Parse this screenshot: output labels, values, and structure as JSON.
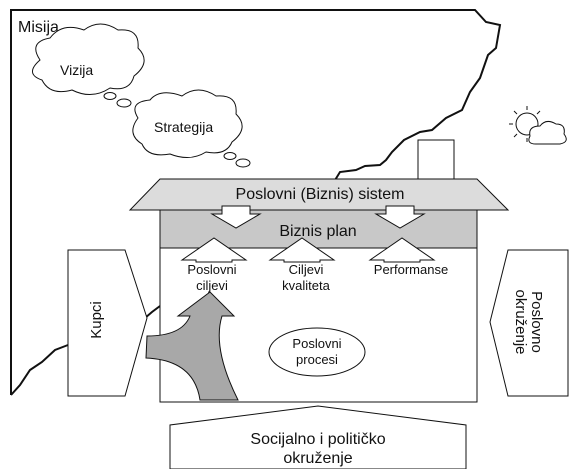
{
  "misija": "Misija",
  "vizija": "Vizija",
  "strategija": "Strategija",
  "roof": "Poslovni (Biznis) sistem",
  "biznis_plan": "Biznis plan",
  "goals": [
    {
      "line1": "Poslovni",
      "line2": "ciljevi"
    },
    {
      "line1": "Ciljevi",
      "line2": "kvaliteta"
    },
    {
      "line1": "Performanse",
      "line2": ""
    }
  ],
  "procesi": {
    "line1": "Poslovni",
    "line2": "procesi"
  },
  "kupci": "Kupci",
  "okruzenje": {
    "line1": "Poslovno",
    "line2": "okruženje"
  },
  "socijalno": {
    "line1": "Socijalno i političko",
    "line2": "okruženje"
  },
  "colors": {
    "roof": "#dcdcdc",
    "band": "#c8c8c8",
    "swoosh": "#a8a8a8",
    "outline": "#111111"
  },
  "icons": [
    "sun-cloud-icon",
    "chimney"
  ]
}
